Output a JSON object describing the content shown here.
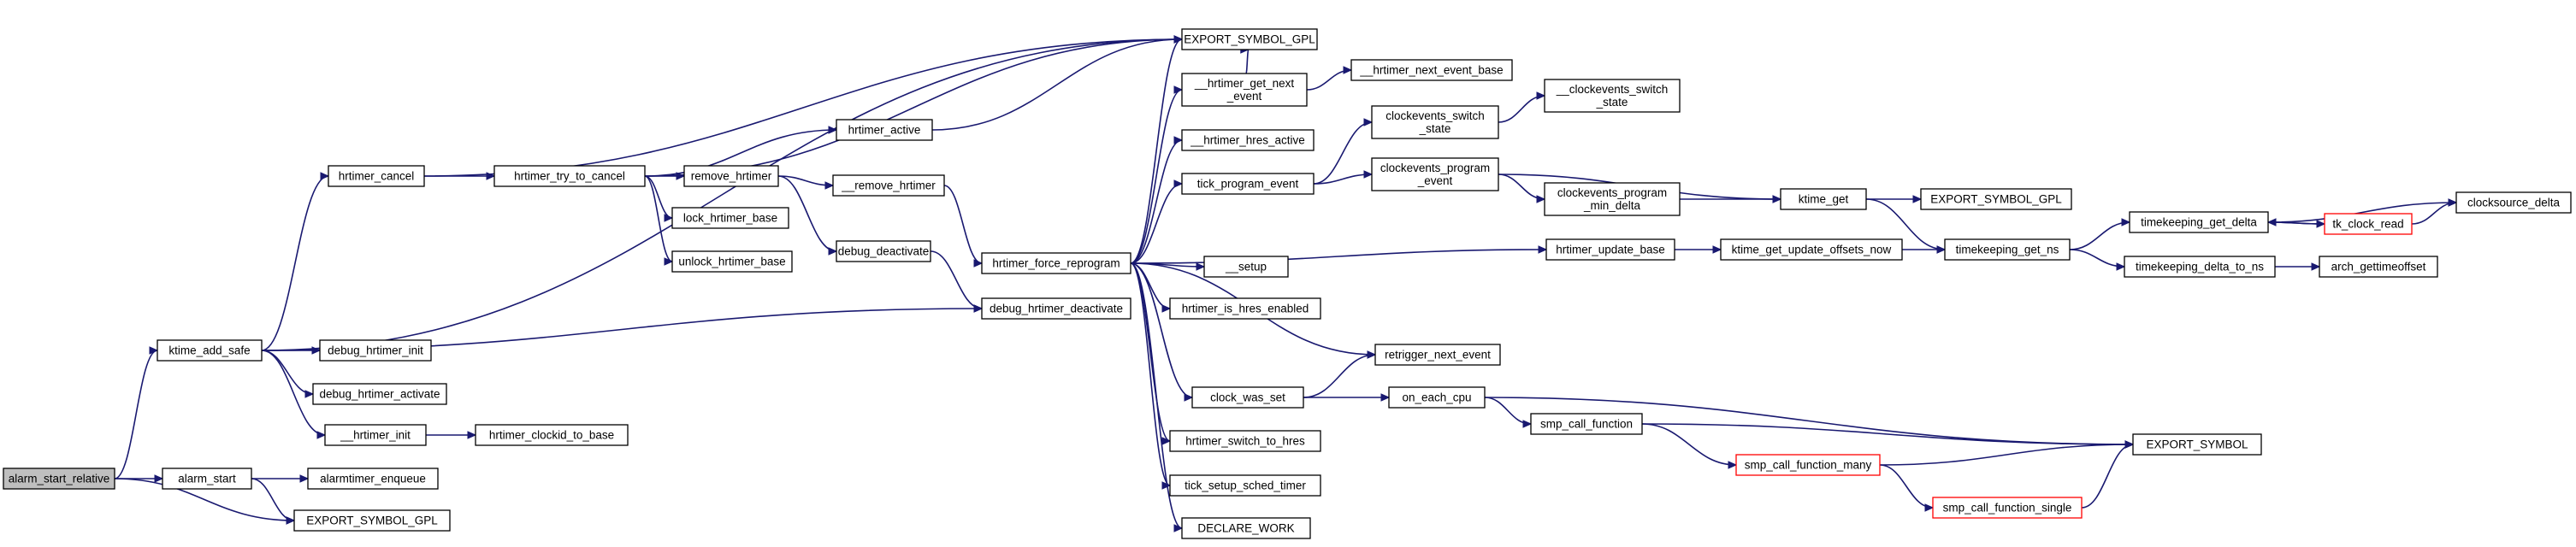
{
  "diagram": {
    "type": "call-graph",
    "colors": {
      "edge": "#191970",
      "node_border": "#000000",
      "truncated_border": "#ff0000",
      "root_fill": "#bfbfbf",
      "node_fill": "#ffffff"
    },
    "nodes": [
      {
        "id": "alarm_start_relative",
        "lines": [
          "alarm_start_relative"
        ],
        "root": true
      },
      {
        "id": "alarm_start",
        "lines": [
          "alarm_start"
        ]
      },
      {
        "id": "EXPORT_SYMBOL_GPL_bottom",
        "lines": [
          "EXPORT_SYMBOL_GPL"
        ]
      },
      {
        "id": "ktime_add_safe",
        "lines": [
          "ktime_add_safe"
        ]
      },
      {
        "id": "alarmtimer_enqueue",
        "lines": [
          "alarmtimer_enqueue"
        ]
      },
      {
        "id": "hrtimer_cancel",
        "lines": [
          "hrtimer_cancel"
        ]
      },
      {
        "id": "debug_hrtimer_init",
        "lines": [
          "debug_hrtimer_init"
        ]
      },
      {
        "id": "debug_hrtimer_activate",
        "lines": [
          "debug_hrtimer_activate"
        ]
      },
      {
        "id": "__hrtimer_init",
        "lines": [
          "__hrtimer_init"
        ]
      },
      {
        "id": "hrtimer_clockid_to_base",
        "lines": [
          "hrtimer_clockid_to_base"
        ]
      },
      {
        "id": "hrtimer_try_to_cancel",
        "lines": [
          "hrtimer_try_to_cancel"
        ]
      },
      {
        "id": "hrtimer_active",
        "lines": [
          "hrtimer_active"
        ]
      },
      {
        "id": "remove_hrtimer",
        "lines": [
          "remove_hrtimer"
        ]
      },
      {
        "id": "lock_hrtimer_base",
        "lines": [
          "lock_hrtimer_base"
        ]
      },
      {
        "id": "unlock_hrtimer_base",
        "lines": [
          "unlock_hrtimer_base"
        ]
      },
      {
        "id": "__remove_hrtimer",
        "lines": [
          "__remove_hrtimer"
        ]
      },
      {
        "id": "debug_deactivate",
        "lines": [
          "debug_deactivate"
        ]
      },
      {
        "id": "debug_hrtimer_deactivate",
        "lines": [
          "debug_hrtimer_deactivate"
        ]
      },
      {
        "id": "hrtimer_force_reprogram",
        "lines": [
          "hrtimer_force_reprogram"
        ]
      },
      {
        "id": "EXPORT_SYMBOL_GPL_top",
        "lines": [
          "EXPORT_SYMBOL_GPL"
        ]
      },
      {
        "id": "__hrtimer_get_next_event",
        "lines": [
          "__hrtimer_get_next",
          "_event"
        ]
      },
      {
        "id": "__hrtimer_next_event_base",
        "lines": [
          "__hrtimer_next_event_base"
        ]
      },
      {
        "id": "__hrtimer_hres_active",
        "lines": [
          "__hrtimer_hres_active"
        ]
      },
      {
        "id": "tick_program_event",
        "lines": [
          "tick_program_event"
        ]
      },
      {
        "id": "__setup",
        "lines": [
          "__setup"
        ]
      },
      {
        "id": "hrtimer_is_hres_enabled",
        "lines": [
          "hrtimer_is_hres_enabled"
        ]
      },
      {
        "id": "retrigger_next_event",
        "lines": [
          "retrigger_next_event"
        ]
      },
      {
        "id": "clock_was_set",
        "lines": [
          "clock_was_set"
        ]
      },
      {
        "id": "hrtimer_switch_to_hres",
        "lines": [
          "hrtimer_switch_to_hres"
        ]
      },
      {
        "id": "tick_setup_sched_timer",
        "lines": [
          "tick_setup_sched_timer"
        ]
      },
      {
        "id": "DECLARE_WORK",
        "lines": [
          "DECLARE_WORK"
        ]
      },
      {
        "id": "clockevents_switch_state",
        "lines": [
          "clockevents_switch",
          "_state"
        ]
      },
      {
        "id": "__clockevents_switch_state",
        "lines": [
          "__clockevents_switch",
          "_state"
        ]
      },
      {
        "id": "clockevents_program_event",
        "lines": [
          "clockevents_program",
          "_event"
        ]
      },
      {
        "id": "clockevents_program_min_delta",
        "lines": [
          "clockevents_program",
          "_min_delta"
        ]
      },
      {
        "id": "hrtimer_update_base",
        "lines": [
          "hrtimer_update_base"
        ]
      },
      {
        "id": "on_each_cpu",
        "lines": [
          "on_each_cpu"
        ]
      },
      {
        "id": "smp_call_function",
        "lines": [
          "smp_call_function"
        ]
      },
      {
        "id": "smp_call_function_many",
        "lines": [
          "smp_call_function_many"
        ],
        "truncated": true
      },
      {
        "id": "smp_call_function_single",
        "lines": [
          "smp_call_function_single"
        ],
        "truncated": true
      },
      {
        "id": "EXPORT_SYMBOL",
        "lines": [
          "EXPORT_SYMBOL"
        ]
      },
      {
        "id": "ktime_get",
        "lines": [
          "ktime_get"
        ]
      },
      {
        "id": "EXPORT_SYMBOL_GPL_right",
        "lines": [
          "EXPORT_SYMBOL_GPL"
        ]
      },
      {
        "id": "ktime_get_update_offsets_now",
        "lines": [
          "ktime_get_update_offsets_now"
        ]
      },
      {
        "id": "timekeeping_get_ns",
        "lines": [
          "timekeeping_get_ns"
        ]
      },
      {
        "id": "timekeeping_get_delta",
        "lines": [
          "timekeeping_get_delta"
        ]
      },
      {
        "id": "timekeeping_delta_to_ns",
        "lines": [
          "timekeeping_delta_to_ns"
        ]
      },
      {
        "id": "tk_clock_read",
        "lines": [
          "tk_clock_read"
        ],
        "truncated": true
      },
      {
        "id": "arch_gettimeoffset",
        "lines": [
          "arch_gettimeoffset"
        ]
      },
      {
        "id": "clocksource_delta",
        "lines": [
          "clocksource_delta"
        ]
      }
    ],
    "edges": [
      {
        "from": "alarm_start_relative",
        "to": "ktime_add_safe"
      },
      {
        "from": "alarm_start_relative",
        "to": "alarm_start"
      },
      {
        "from": "alarm_start_relative",
        "to": "EXPORT_SYMBOL_GPL_bottom"
      },
      {
        "from": "alarm_start",
        "to": "alarmtimer_enqueue"
      },
      {
        "from": "alarm_start",
        "to": "EXPORT_SYMBOL_GPL_bottom"
      },
      {
        "from": "ktime_add_safe",
        "to": "EXPORT_SYMBOL_GPL_top"
      },
      {
        "from": "ktime_add_safe",
        "to": "hrtimer_cancel"
      },
      {
        "from": "ktime_add_safe",
        "to": "debug_hrtimer_deactivate"
      },
      {
        "from": "ktime_add_safe",
        "to": "debug_hrtimer_init"
      },
      {
        "from": "ktime_add_safe",
        "to": "debug_hrtimer_activate"
      },
      {
        "from": "ktime_add_safe",
        "to": "__hrtimer_init"
      },
      {
        "from": "__hrtimer_init",
        "to": "hrtimer_clockid_to_base"
      },
      {
        "from": "hrtimer_cancel",
        "to": "EXPORT_SYMBOL_GPL_top"
      },
      {
        "from": "hrtimer_cancel",
        "to": "hrtimer_try_to_cancel"
      },
      {
        "from": "hrtimer_try_to_cancel",
        "to": "EXPORT_SYMBOL_GPL_top"
      },
      {
        "from": "hrtimer_try_to_cancel",
        "to": "hrtimer_active"
      },
      {
        "from": "hrtimer_try_to_cancel",
        "to": "remove_hrtimer"
      },
      {
        "from": "hrtimer_try_to_cancel",
        "to": "lock_hrtimer_base"
      },
      {
        "from": "hrtimer_try_to_cancel",
        "to": "unlock_hrtimer_base"
      },
      {
        "from": "hrtimer_active",
        "to": "EXPORT_SYMBOL_GPL_top"
      },
      {
        "from": "remove_hrtimer",
        "to": "__remove_hrtimer"
      },
      {
        "from": "remove_hrtimer",
        "to": "debug_deactivate"
      },
      {
        "from": "__remove_hrtimer",
        "to": "hrtimer_force_reprogram"
      },
      {
        "from": "debug_deactivate",
        "to": "debug_hrtimer_deactivate"
      },
      {
        "from": "hrtimer_force_reprogram",
        "to": "EXPORT_SYMBOL_GPL_top"
      },
      {
        "from": "hrtimer_force_reprogram",
        "to": "__hrtimer_get_next_event"
      },
      {
        "from": "hrtimer_force_reprogram",
        "to": "__hrtimer_hres_active"
      },
      {
        "from": "hrtimer_force_reprogram",
        "to": "tick_program_event"
      },
      {
        "from": "hrtimer_force_reprogram",
        "to": "hrtimer_update_base"
      },
      {
        "from": "hrtimer_force_reprogram",
        "to": "__setup"
      },
      {
        "from": "hrtimer_force_reprogram",
        "to": "hrtimer_is_hres_enabled"
      },
      {
        "from": "hrtimer_force_reprogram",
        "to": "retrigger_next_event"
      },
      {
        "from": "hrtimer_force_reprogram",
        "to": "clock_was_set"
      },
      {
        "from": "hrtimer_force_reprogram",
        "to": "hrtimer_switch_to_hres"
      },
      {
        "from": "hrtimer_force_reprogram",
        "to": "tick_setup_sched_timer"
      },
      {
        "from": "hrtimer_force_reprogram",
        "to": "DECLARE_WORK"
      },
      {
        "from": "__hrtimer_get_next_event",
        "to": "EXPORT_SYMBOL_GPL_top"
      },
      {
        "from": "__hrtimer_get_next_event",
        "to": "__hrtimer_next_event_base"
      },
      {
        "from": "tick_program_event",
        "to": "clockevents_switch_state"
      },
      {
        "from": "tick_program_event",
        "to": "clockevents_program_event"
      },
      {
        "from": "clockevents_switch_state",
        "to": "__clockevents_switch_state"
      },
      {
        "from": "clockevents_program_event",
        "to": "clockevents_program_min_delta"
      },
      {
        "from": "clockevents_program_event",
        "to": "ktime_get"
      },
      {
        "from": "clockevents_program_min_delta",
        "to": "ktime_get"
      },
      {
        "from": "clock_was_set",
        "to": "retrigger_next_event"
      },
      {
        "from": "clock_was_set",
        "to": "on_each_cpu"
      },
      {
        "from": "on_each_cpu",
        "to": "smp_call_function"
      },
      {
        "from": "on_each_cpu",
        "to": "EXPORT_SYMBOL"
      },
      {
        "from": "smp_call_function",
        "to": "smp_call_function_many"
      },
      {
        "from": "smp_call_function",
        "to": "EXPORT_SYMBOL"
      },
      {
        "from": "smp_call_function_many",
        "to": "smp_call_function_single"
      },
      {
        "from": "smp_call_function_many",
        "to": "EXPORT_SYMBOL"
      },
      {
        "from": "smp_call_function_single",
        "to": "EXPORT_SYMBOL"
      },
      {
        "from": "hrtimer_update_base",
        "to": "ktime_get_update_offsets_now"
      },
      {
        "from": "ktime_get_update_offsets_now",
        "to": "timekeeping_get_ns"
      },
      {
        "from": "ktime_get",
        "to": "EXPORT_SYMBOL_GPL_right"
      },
      {
        "from": "ktime_get",
        "to": "timekeeping_get_ns"
      },
      {
        "from": "timekeeping_get_ns",
        "to": "timekeeping_get_delta"
      },
      {
        "from": "timekeeping_get_ns",
        "to": "timekeeping_delta_to_ns"
      },
      {
        "from": "timekeeping_delta_to_ns",
        "to": "arch_gettimeoffset"
      },
      {
        "from": "timekeeping_get_delta",
        "to": "tk_clock_read"
      },
      {
        "from": "timekeeping_get_delta",
        "to": "clocksource_delta"
      },
      {
        "from": "tk_clock_read",
        "to": "timekeeping_get_delta"
      },
      {
        "from": "tk_clock_read",
        "to": "clocksource_delta"
      }
    ]
  }
}
